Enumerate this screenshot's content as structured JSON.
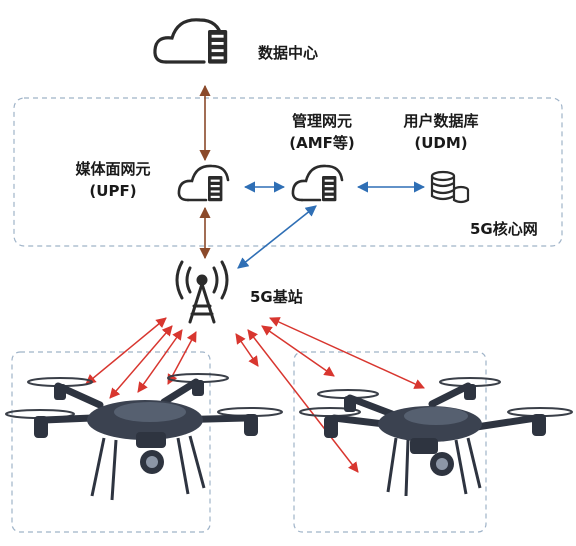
{
  "nodes": {
    "data_center": {
      "label": "数据中心"
    },
    "upf": {
      "line1": "媒体面网元",
      "line2": "(UPF)"
    },
    "amf": {
      "line1": "管理网元",
      "line2": "(AMF等)"
    },
    "udm": {
      "line1": "用户数据库",
      "line2": "(UDM)"
    },
    "core_network": {
      "label": "5G核心网"
    },
    "base_station": {
      "label": "5G基站"
    }
  },
  "links": [
    {
      "from": "data-center",
      "to": "upf",
      "color": "#8b4a2b"
    },
    {
      "from": "upf",
      "to": "base-station",
      "color": "#8b4a2b"
    },
    {
      "from": "upf",
      "to": "amf",
      "color": "#2f6fb5"
    },
    {
      "from": "amf",
      "to": "udm",
      "color": "#2f6fb5"
    },
    {
      "from": "amf",
      "to": "base-station",
      "color": "#2f6fb5"
    },
    {
      "from": "base-station",
      "to": "drone-left",
      "color": "#d8362f"
    },
    {
      "from": "base-station",
      "to": "drone-right",
      "color": "#d8362f"
    }
  ],
  "colors": {
    "icon": "#2b2b2b",
    "dashed_border": "#9fb3c8",
    "brown_arrow": "#8b4a2b",
    "blue_arrow": "#2f6fb5",
    "red_arrow": "#d8362f",
    "drone_body": "#2e3440"
  },
  "icons": [
    "cloud-icon",
    "server-rack-icon",
    "database-icon",
    "cell-tower-icon",
    "drone-icon"
  ]
}
